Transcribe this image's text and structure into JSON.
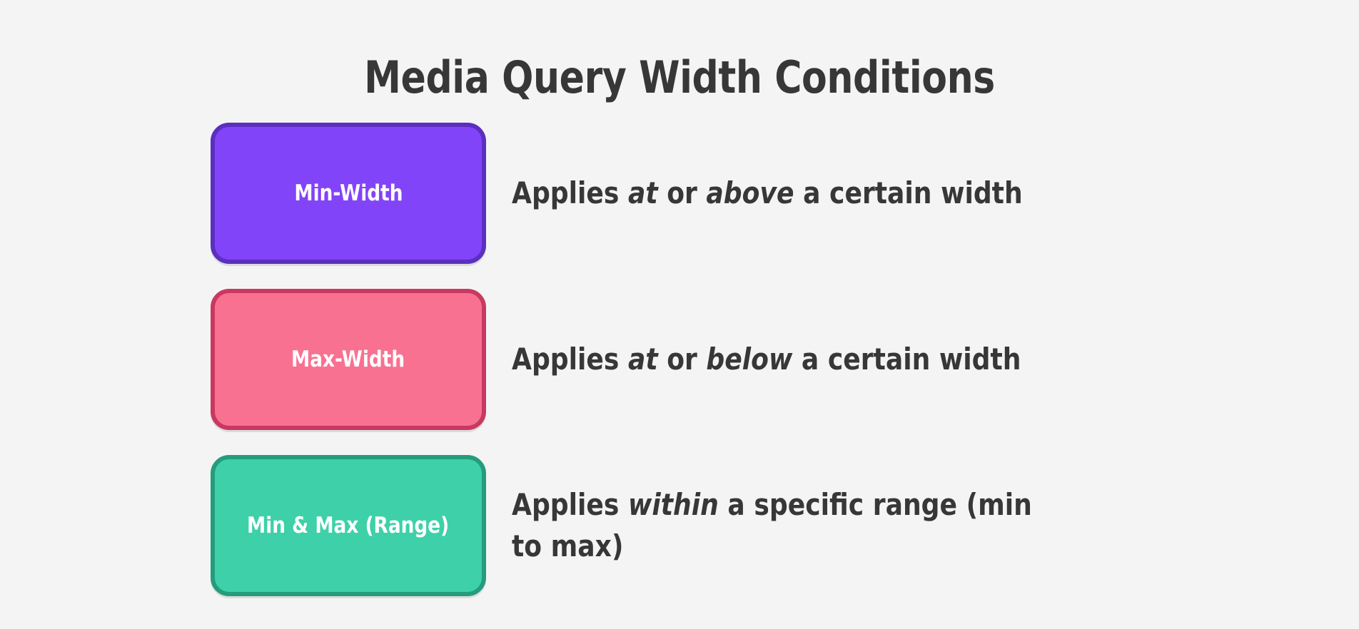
{
  "page": {
    "background_color": "#f4f4f5",
    "title": "Media Query Width Conditions",
    "title_color": "#373737"
  },
  "rows": [
    {
      "chip_label": "Min-Width",
      "chip_fill_color": "#8244f8",
      "chip_border_color": "#5b2fc0",
      "chip_text_color": "#ffffff",
      "description": {
        "full_text": "Applies at or above a certain width",
        "parts": [
          {
            "text": "Applies ",
            "emphasis": false
          },
          {
            "text": "at",
            "emphasis": true
          },
          {
            "text": " or ",
            "emphasis": false
          },
          {
            "text": "above",
            "emphasis": true
          },
          {
            "text": " a certain width",
            "emphasis": false
          }
        ]
      }
    },
    {
      "chip_label": "Max-Width",
      "chip_fill_color": "#f97191",
      "chip_border_color": "#c9395f",
      "chip_text_color": "#ffffff",
      "description": {
        "full_text": "Applies at or below a certain width",
        "parts": [
          {
            "text": "Applies ",
            "emphasis": false
          },
          {
            "text": "at",
            "emphasis": true
          },
          {
            "text": " or ",
            "emphasis": false
          },
          {
            "text": "below",
            "emphasis": true
          },
          {
            "text": " a certain width",
            "emphasis": false
          }
        ]
      }
    },
    {
      "chip_label": "Min & Max (Range)",
      "chip_fill_color": "#3ed0a9",
      "chip_border_color": "#259c7c",
      "chip_text_color": "#ffffff",
      "description": {
        "full_text": "Applies within a specific range (min to max)",
        "parts": [
          {
            "text": "Applies ",
            "emphasis": false
          },
          {
            "text": "within",
            "emphasis": true
          },
          {
            "text": " a specific range (min to max)",
            "emphasis": false
          }
        ]
      }
    }
  ]
}
